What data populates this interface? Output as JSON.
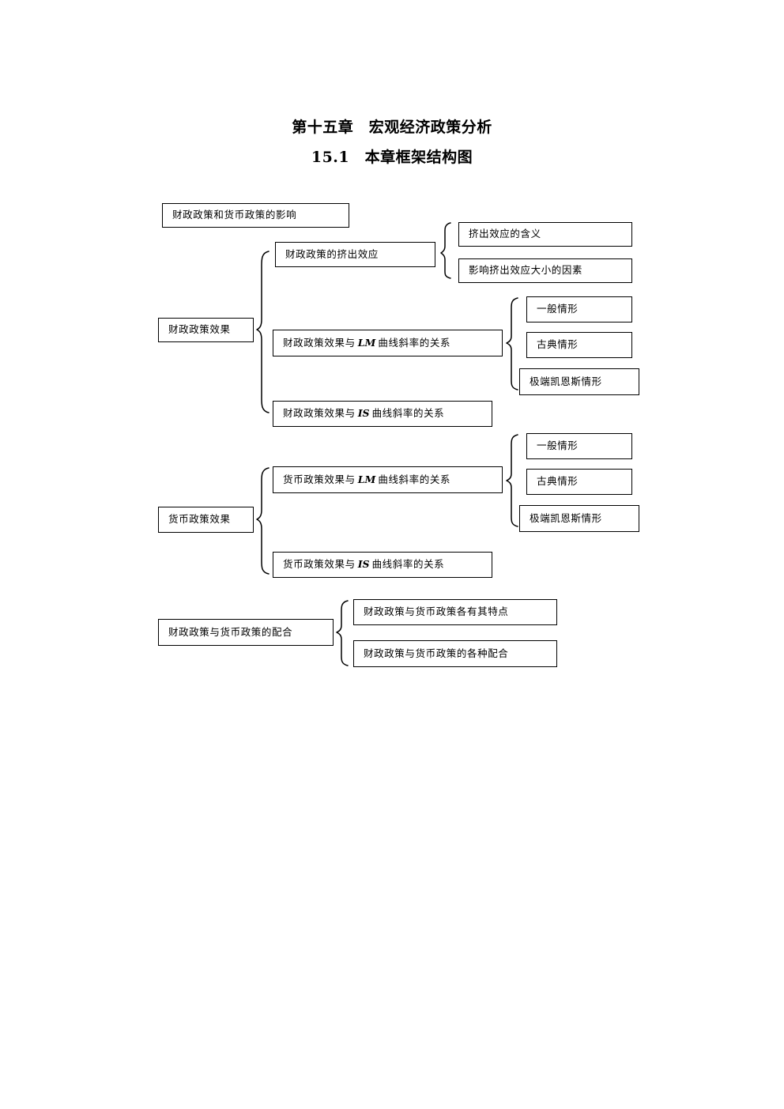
{
  "page": {
    "chapter_title": "第十五章　宏观经济政策分析",
    "section_title": "15.1　本章框架结构图"
  },
  "diagram": {
    "root": {
      "label": "财政政策和货币政策的影响"
    },
    "groups": [
      {
        "id": "fiscal-policy-effect",
        "label": "财政政策效果",
        "children": [
          {
            "id": "crowding-out-effect",
            "label": "财政政策的挤出效应",
            "children": [
              {
                "id": "crowding-out-meaning",
                "label": "挤出效应的含义"
              },
              {
                "id": "crowding-out-factors",
                "label": "影响挤出效应大小的因素"
              }
            ]
          },
          {
            "id": "fiscal-lm-relation",
            "label_prefix": "财政政策效果与",
            "label_var": "LM",
            "label_suffix": "曲线斜率的关系",
            "children": [
              {
                "id": "fiscal-lm-general",
                "label": "一般情形"
              },
              {
                "id": "fiscal-lm-classical",
                "label": "古典情形"
              },
              {
                "id": "fiscal-lm-keynes",
                "label": "极端凯恩斯情形"
              }
            ]
          },
          {
            "id": "fiscal-is-relation",
            "label_prefix": "财政政策效果与",
            "label_var": "IS",
            "label_suffix": "曲线斜率的关系",
            "children": []
          }
        ]
      },
      {
        "id": "monetary-policy-effect",
        "label": "货币政策效果",
        "children": [
          {
            "id": "monetary-lm-relation",
            "label_prefix": "货币政策效果与",
            "label_var": "LM",
            "label_suffix": "曲线斜率的关系",
            "children": [
              {
                "id": "monetary-lm-general",
                "label": "一般情形"
              },
              {
                "id": "monetary-lm-classical",
                "label": "古典情形"
              },
              {
                "id": "monetary-lm-keynes",
                "label": "极端凯恩斯情形"
              }
            ]
          },
          {
            "id": "monetary-is-relation",
            "label_prefix": "货币政策效果与",
            "label_var": "IS",
            "label_suffix": "曲线斜率的关系",
            "children": []
          }
        ]
      },
      {
        "id": "policy-mix",
        "label": "财政政策与货币政策的配合",
        "children": [
          {
            "id": "policy-mix-features",
            "label": "财政政策与货币政策各有其特点"
          },
          {
            "id": "policy-mix-combinations",
            "label": "财政政策与货币政策的各种配合"
          }
        ]
      }
    ]
  }
}
